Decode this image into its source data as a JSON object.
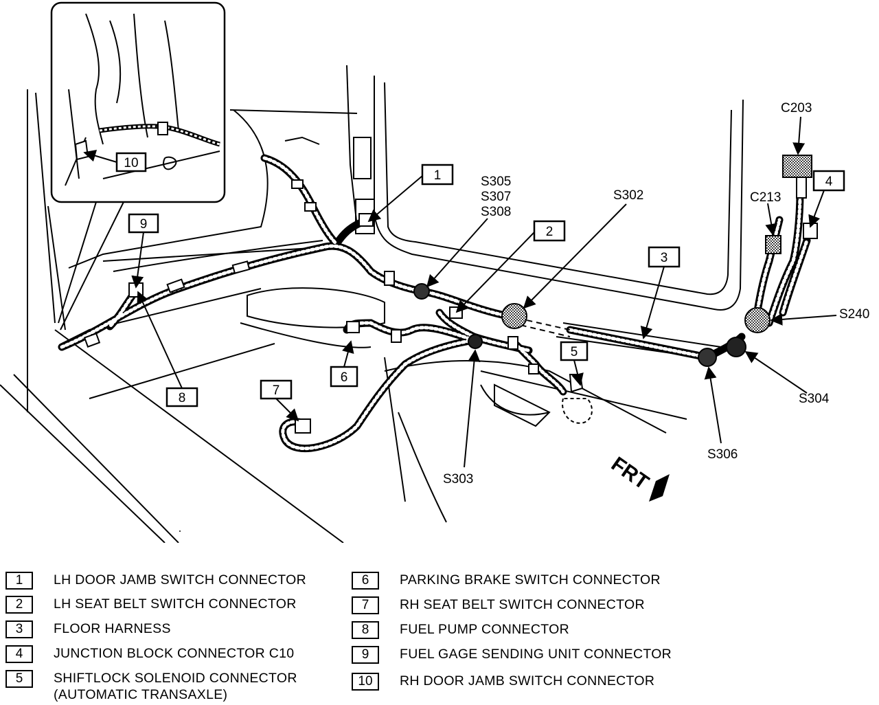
{
  "diagram": {
    "callouts": {
      "c1": "1",
      "c2": "2",
      "c3": "3",
      "c4": "4",
      "c5": "5",
      "c6": "6",
      "c7": "7",
      "c8": "8",
      "c9": "9",
      "c10": "10"
    },
    "splices": {
      "s305": "S305",
      "s307": "S307",
      "s308": "S308",
      "s302": "S302",
      "s303": "S303",
      "s304": "S304",
      "s306": "S306",
      "s240": "S240"
    },
    "connectors": {
      "c203": "C203",
      "c213": "C213"
    },
    "direction_label": "FRT"
  },
  "legend": {
    "left": [
      {
        "num": "1",
        "text": "LH DOOR JAMB SWITCH CONNECTOR"
      },
      {
        "num": "2",
        "text": "LH SEAT BELT SWITCH CONNECTOR"
      },
      {
        "num": "3",
        "text": "FLOOR HARNESS"
      },
      {
        "num": "4",
        "text": "JUNCTION BLOCK CONNECTOR C10"
      },
      {
        "num": "5",
        "text": "SHIFTLOCK SOLENOID CONNECTOR\n(AUTOMATIC TRANSAXLE)"
      }
    ],
    "right": [
      {
        "num": "6",
        "text": "PARKING BRAKE SWITCH CONNECTOR"
      },
      {
        "num": "7",
        "text": "RH SEAT BELT SWITCH CONNECTOR"
      },
      {
        "num": "8",
        "text": "FUEL PUMP CONNECTOR"
      },
      {
        "num": "9",
        "text": "FUEL GAGE SENDING UNIT CONNECTOR"
      },
      {
        "num": "10",
        "text": "RH DOOR JAMB SWITCH CONNECTOR"
      }
    ]
  }
}
